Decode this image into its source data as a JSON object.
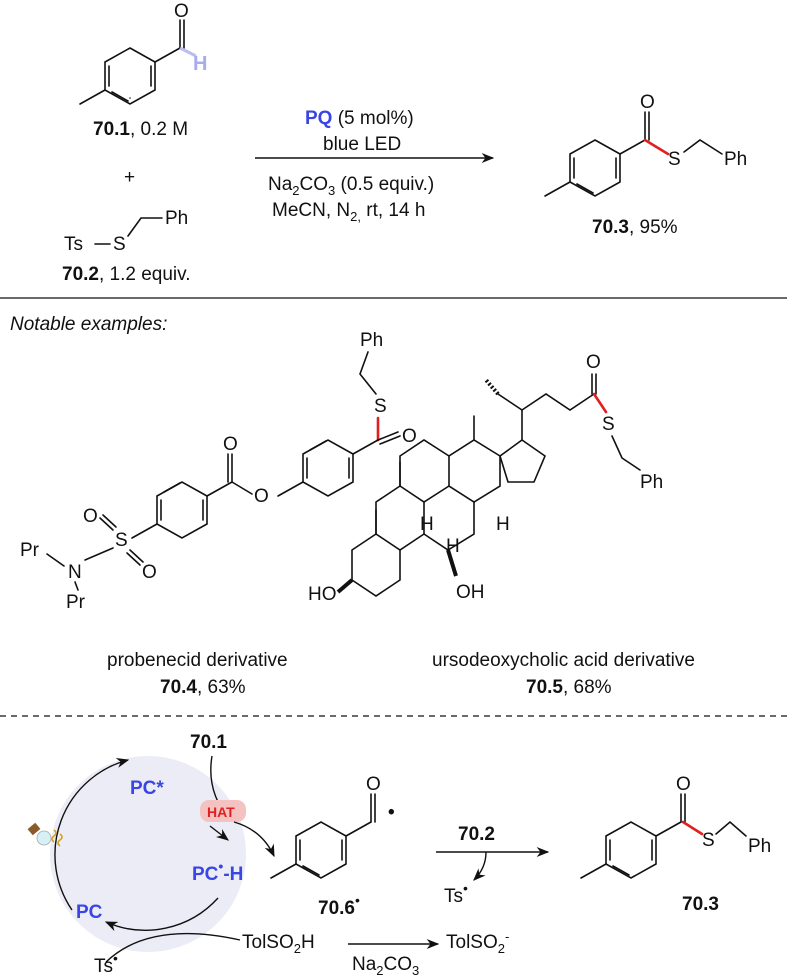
{
  "reaction": {
    "sm1_id": "70.1",
    "sm1_conc": ", 0.2 M",
    "plus": "+",
    "sm2_ts": "Ts",
    "sm2_s": "S",
    "sm2_ph": "Ph",
    "sm2_id": "70.2",
    "sm2_equiv": ", 1.2 equiv.",
    "cond_pq": "PQ",
    "cond_pq_rest": " (5 mol%)",
    "cond_light": "blue LED",
    "cond_base_a": "Na",
    "cond_base_sub": "2",
    "cond_base_b": "CO",
    "cond_base_sub2": "3",
    "cond_base_c": " (0.5 equiv.)",
    "cond_solv_a": "MeCN, N",
    "cond_solv_sub": "2,",
    "cond_solv_b": " rt, 14 h",
    "prod_o": "O",
    "prod_s": "S",
    "prod_ph": "Ph",
    "prod_id": "70.3",
    "prod_yield": ", 95%",
    "aldehyde_o": "O",
    "aldehyde_h": "H"
  },
  "examples": {
    "heading": "Notable examples:",
    "ex1": {
      "name": "probenecid derivative",
      "id": "70.4",
      "yield": ", 63%",
      "atoms": {
        "ph": "Ph",
        "s": "S",
        "o1": "O",
        "o2": "O",
        "o3": "O",
        "o4": "O",
        "s2": "S",
        "o5": "O",
        "n": "N",
        "pr1": "Pr",
        "pr2": "Pr"
      }
    },
    "ex2": {
      "name": "ursodeoxycholic acid derivative",
      "id": "70.5",
      "yield": ", 68%",
      "atoms": {
        "o": "O",
        "s": "S",
        "ph": "Ph",
        "h1": "H",
        "h2": "H",
        "h3": "H",
        "ho": "HO",
        "oh": "OH"
      }
    }
  },
  "mechanism": {
    "sm": "70.1",
    "pc_star": "PC*",
    "hat": "HAT",
    "pc_h": "PC",
    "pc_h_suffix": "-H",
    "pc": "PC",
    "radical_id": "70.6",
    "radical_o": "O",
    "reagent": "70.2",
    "ts_rad1": "Ts",
    "ts_rad2": "Ts",
    "tolso2h_a": "TolSO",
    "tolso2h_sub": "2",
    "tolso2h_b": "H",
    "tolso2_a": "TolSO",
    "tolso2_sub": "2",
    "tolso2_sup": "-",
    "base_a": "Na",
    "base_sub": "2",
    "base_b": "CO",
    "base_sub2": "3",
    "prod_o": "O",
    "prod_s": "S",
    "prod_ph": "Ph",
    "prod_id": "70.3"
  },
  "colors": {
    "accent_blue": "#3a45e6",
    "bond_red": "#e11f1f",
    "hat_fill": "#f5c2c2",
    "hat_text": "#e11f1f",
    "cycle_fill": "#ececf6"
  }
}
